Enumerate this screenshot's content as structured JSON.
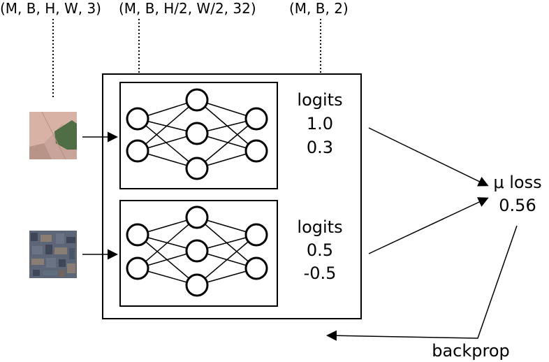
{
  "shapes": {
    "input_shape": "(M, B, H, W, 3)",
    "feature_shape": "(M, B, H/2, W/2, 32)",
    "logits_shape": "(M, B, 2)"
  },
  "models": [
    {
      "logits_label": "logits",
      "logits_values": [
        "1.0",
        "0.3"
      ],
      "image_colors": [
        "#c8a49a",
        "#d8b2a5",
        "#4f6e45",
        "#b89387"
      ]
    },
    {
      "logits_label": "logits",
      "logits_values": [
        "0.5",
        "-0.5"
      ],
      "image_colors": [
        "#5d6677",
        "#3f4658",
        "#8a7d73",
        "#6b7385"
      ]
    }
  ],
  "loss": {
    "label": "μ loss",
    "value": "0.56"
  },
  "backprop_label": "backprop",
  "colors": {
    "line": "#000000",
    "background": "#ffffff"
  }
}
